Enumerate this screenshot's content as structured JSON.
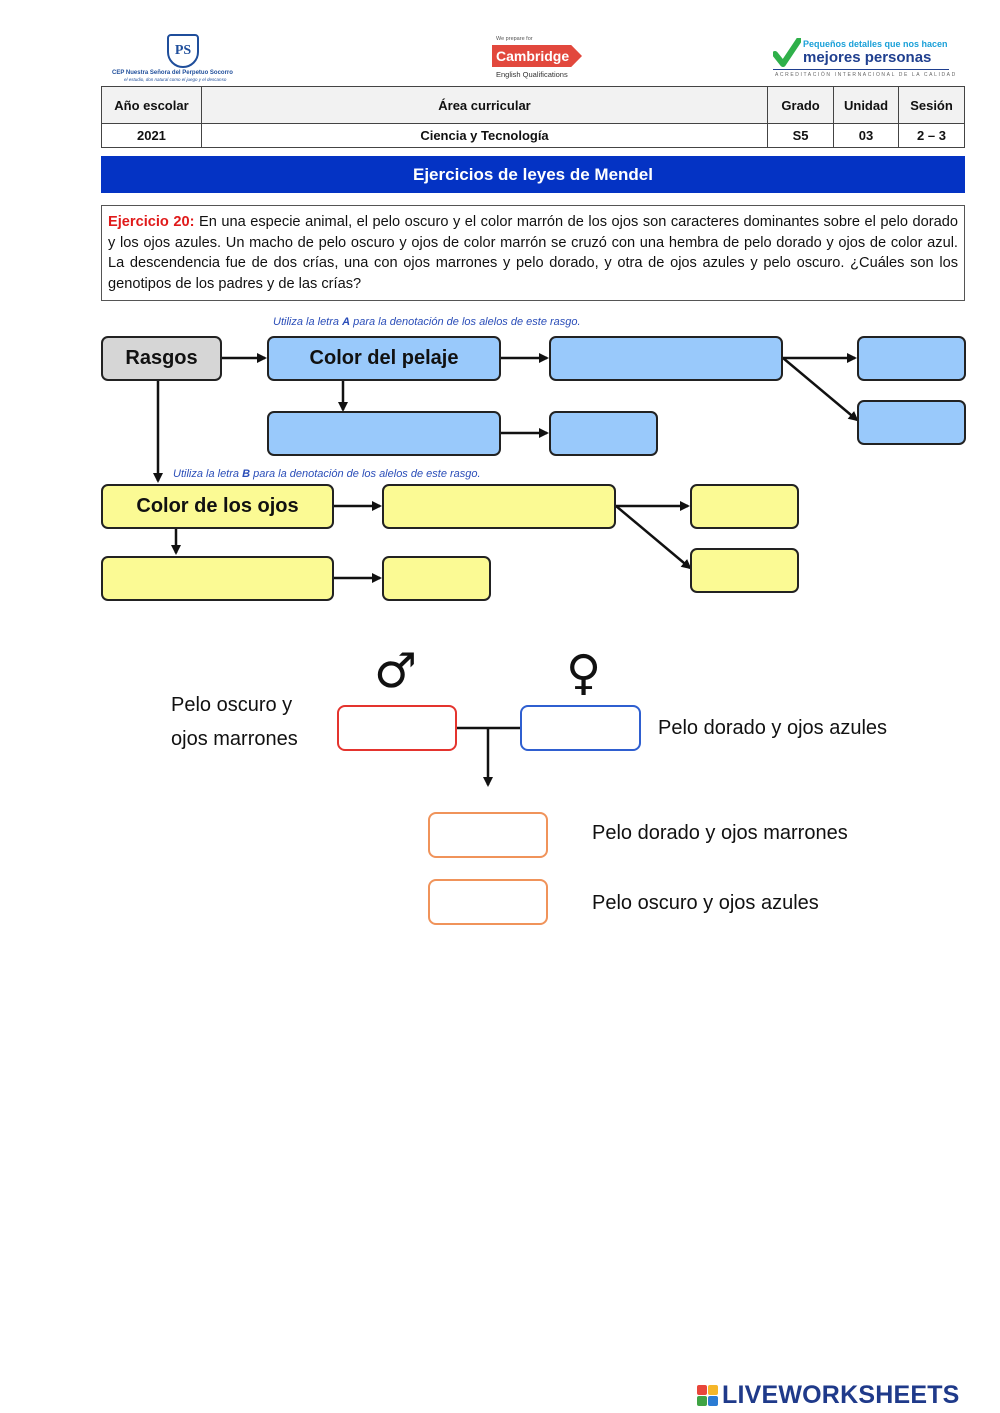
{
  "header": {
    "school_logo": {
      "initials": "PS",
      "name": "CEP Nuestra Señora del Perpetuo Socorro",
      "tagline": "el estudio, don natural como el juego y el descanso"
    },
    "cambridge_logo": {
      "top": "We prepare for",
      "brand": "Cambridge",
      "sub": "English Qualifications"
    },
    "quality_logo": {
      "top": "Pequeños detalles que nos hacen",
      "main": "mejores personas",
      "accreditation": "ACREDITACIÓN INTERNACIONAL DE LA CALIDAD"
    }
  },
  "info_table": {
    "headers": [
      "Año escolar",
      "Área curricular",
      "Grado",
      "Unidad",
      "Sesión"
    ],
    "values": [
      "2021",
      "Ciencia y Tecnología",
      "S5",
      "03",
      "2 – 3"
    ]
  },
  "title": "Ejercicios de leyes de Mendel",
  "exercise": {
    "label": "Ejercicio 20:",
    "text": "En una especie animal, el pelo oscuro y el color marrón de los ojos son caracteres dominantes sobre el pelo dorado y los ojos azules. Un macho de pelo oscuro y ojos de color marrón se cruzó con una hembra de pelo dorado y ojos de color azul. La descendencia fue de dos crías, una con ojos marrones y pelo dorado, y otra de ojos azules y pelo oscuro. ¿Cuáles son los genotipos de los padres y de las crías?"
  },
  "diagram": {
    "hint_a": {
      "pre": "Utiliza la letra ",
      "letter": "A",
      "post": " para la denotación de los alelos de este rasgo."
    },
    "hint_b": {
      "pre": "Utiliza la letra ",
      "letter": "B",
      "post": " para la denotación de los alelos de este rasgo."
    },
    "rasgos": "Rasgos",
    "trait_1": "Color del pelaje",
    "trait_2": "Color de los ojos"
  },
  "cross": {
    "male_symbol": "♂",
    "female_symbol": "♀",
    "male_label_line1": "Pelo oscuro y",
    "male_label_line2": "ojos marrones",
    "female_label": "Pelo dorado y ojos azules",
    "offspring_1": "Pelo dorado y ojos marrones",
    "offspring_2": "Pelo oscuro y ojos azules"
  },
  "footer": {
    "brand": "LIVEWORKSHEETS",
    "icon_colors": [
      "#e8463b",
      "#f5b629",
      "#3fa344",
      "#2b7bd3"
    ]
  },
  "colors": {
    "title_bar": "#0433c4",
    "exercise_label": "#e01a1a",
    "hint_text": "#2a4db8",
    "blue_box": "#99c9fb",
    "yellow_box": "#fbfa94",
    "gray_box": "#d6d6d6",
    "male_box_border": "#e4342e",
    "female_box_border": "#2f5fd0",
    "offspring_box_border": "#f0935a"
  }
}
